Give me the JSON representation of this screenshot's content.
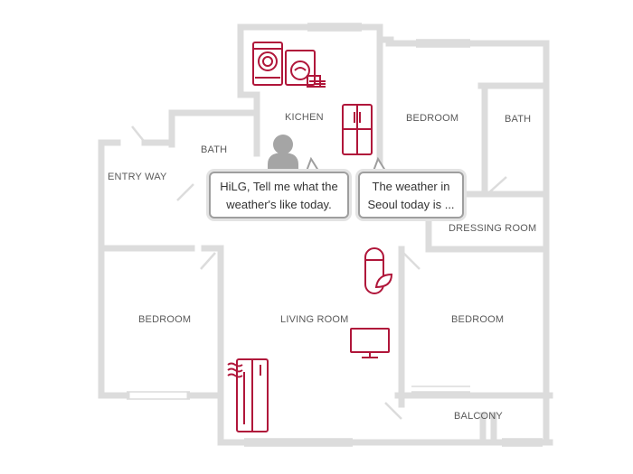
{
  "rooms": {
    "kitchen": "KICHEN",
    "bedroom_top": "BEDROOM",
    "bath_right": "BATH",
    "bath_left": "BATH",
    "entry_way": "ENTRY WAY",
    "dressing_room": "DRESSING ROOM",
    "bedroom_left": "BEDROOM",
    "living_room": "LIVING ROOM",
    "bedroom_right": "BEDROOM",
    "balcony": "BALCONY"
  },
  "speech": {
    "user": {
      "line1": "HiLG, Tell me what the",
      "line2": "weather's like today."
    },
    "assistant": {
      "line1": "The weather in",
      "line2": "Seoul today is ..."
    }
  },
  "colors": {
    "wall": "#dcdcdc",
    "appliance": "#b0163a",
    "person": "#a5a5a5",
    "bubble_border": "#9e9e9e",
    "text": "#5a5a5a"
  },
  "icons": [
    "washer-icon",
    "dryer-icon",
    "refrigerator-icon",
    "person-icon",
    "air-purifier-icon",
    "tv-icon",
    "styler-icon"
  ]
}
